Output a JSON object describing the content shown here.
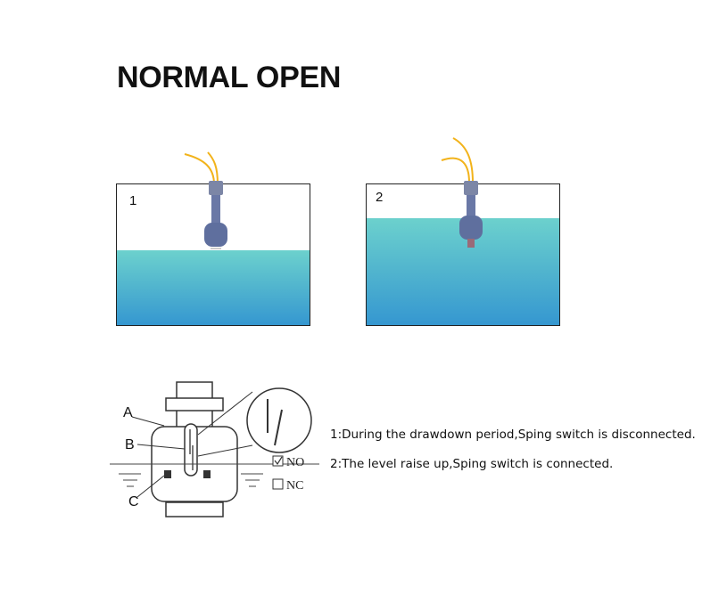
{
  "title": "NORMAL OPEN",
  "panels": [
    {
      "number": "1",
      "water_level_fraction": 0.53
    },
    {
      "number": "2",
      "water_level_fraction": 0.76
    }
  ],
  "schematic": {
    "labels": {
      "a": "A",
      "b": "B",
      "c": "C"
    },
    "legend": {
      "no": "NO",
      "nc": "NC"
    }
  },
  "notes": [
    "1:During the drawdown period,Sping switch is disconnected.",
    "2:The level raise up,Sping switch is connected."
  ],
  "colors": {
    "water_top": "#6cd1cd",
    "water_bottom": "#3597d0",
    "wire": "#f2b31b",
    "float_body": "#5f6f9e"
  }
}
